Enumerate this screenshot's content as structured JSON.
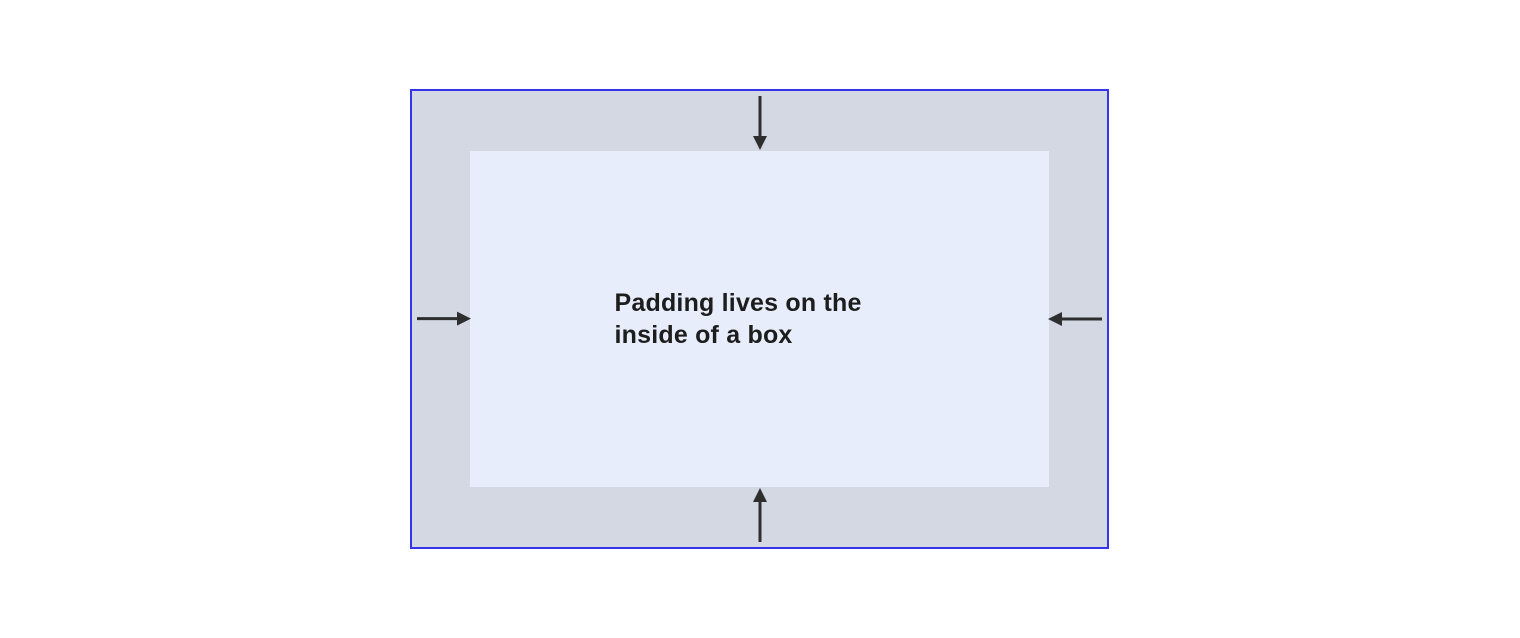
{
  "diagram": {
    "label": "Padding lives on the inside of a box",
    "arrows": [
      {
        "side": "top",
        "direction": "down"
      },
      {
        "side": "right",
        "direction": "left"
      },
      {
        "side": "bottom",
        "direction": "up"
      },
      {
        "side": "left",
        "direction": "right"
      }
    ],
    "colors": {
      "border": "#3434ee",
      "padding_area": "#d3d8e2",
      "content_area": "#e8edfb",
      "arrow": "#2e2e2e",
      "text": "#1d1d1d",
      "page_background": "#ffffff"
    }
  }
}
